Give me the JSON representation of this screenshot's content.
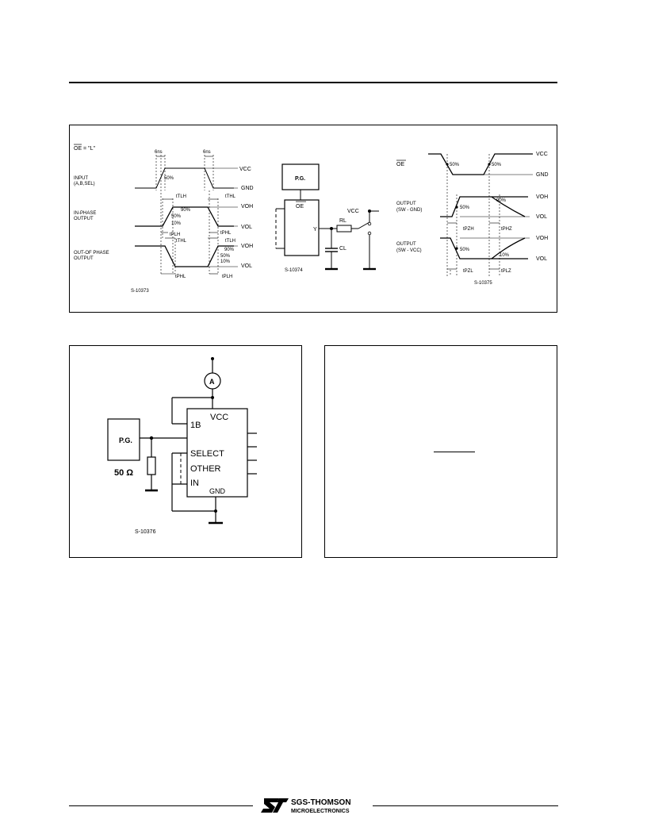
{
  "timing_panel": {
    "left": {
      "oe_low": "OE = \"L\"",
      "t6ns_a": "6ns",
      "t6ns_b": "6ns",
      "vcc": "VCC",
      "gnd": "GND",
      "voh_1": "VOH",
      "vol_1": "VOL",
      "voh_2": "VOH",
      "vol_2": "VOL",
      "input_label_1": "INPUT",
      "input_label_2": "(A,B,SEL)",
      "inphase_label_1": "IN-PHASE",
      "inphase_label_2": "OUTPUT",
      "outphase_label_1": "OUT-OF PHASE",
      "outphase_label_2": "OUTPUT",
      "p50": "50%",
      "p50_b": "50%",
      "p90": "90%",
      "p10": "10%",
      "p90_b": "90%",
      "p50_c": "50%",
      "p10_b": "10%",
      "ttlh": "tTLH",
      "tthl": "tTHL",
      "tplh": "tPLH",
      "tphl": "tPHL",
      "tthl_b": "tTHL",
      "ttlh_b": "tTLH",
      "tphl_b": "tPHL",
      "tplh_b": "tPLH",
      "ref": "S-10373"
    },
    "middle": {
      "pg": "P.G.",
      "oe": "OE",
      "y": "Y",
      "rl": "RL",
      "cl": "CL",
      "vcc": "VCC",
      "ref": "S-10374"
    },
    "right": {
      "oe": "OE",
      "vcc": "VCC",
      "gnd": "GND",
      "voh_1": "VOH",
      "vol_1": "VOL",
      "voh_2": "VOH",
      "vol_2": "VOL",
      "p50_a": "50%",
      "p50_b": "50%",
      "p50_c": "50%",
      "p90": "90%",
      "p50_d": "50%",
      "p10": "10%",
      "out_gnd_1": "OUTPUT",
      "out_gnd_2": "(SW - GND)",
      "out_vcc_1": "OUTPUT",
      "out_vcc_2": "(SW - VCC)",
      "tpzh": "tPZH",
      "tphz": "tPHZ",
      "tpzl": "tPZL",
      "tplz": "tPLZ",
      "ref": "S-10375"
    }
  },
  "icc_panel": {
    "pg": "P.G.",
    "ammeter": "A",
    "vcc": "VCC",
    "pin_1b": "1B",
    "select": "SELECT",
    "other": "OTHER",
    "in": "IN",
    "gnd": "GND",
    "resistor": "50 Ω",
    "ref": "S-10376"
  },
  "footer": {
    "company": "SGS-THOMSON",
    "division": "MICROELECTRONICS",
    "logo_letters": "ST"
  }
}
